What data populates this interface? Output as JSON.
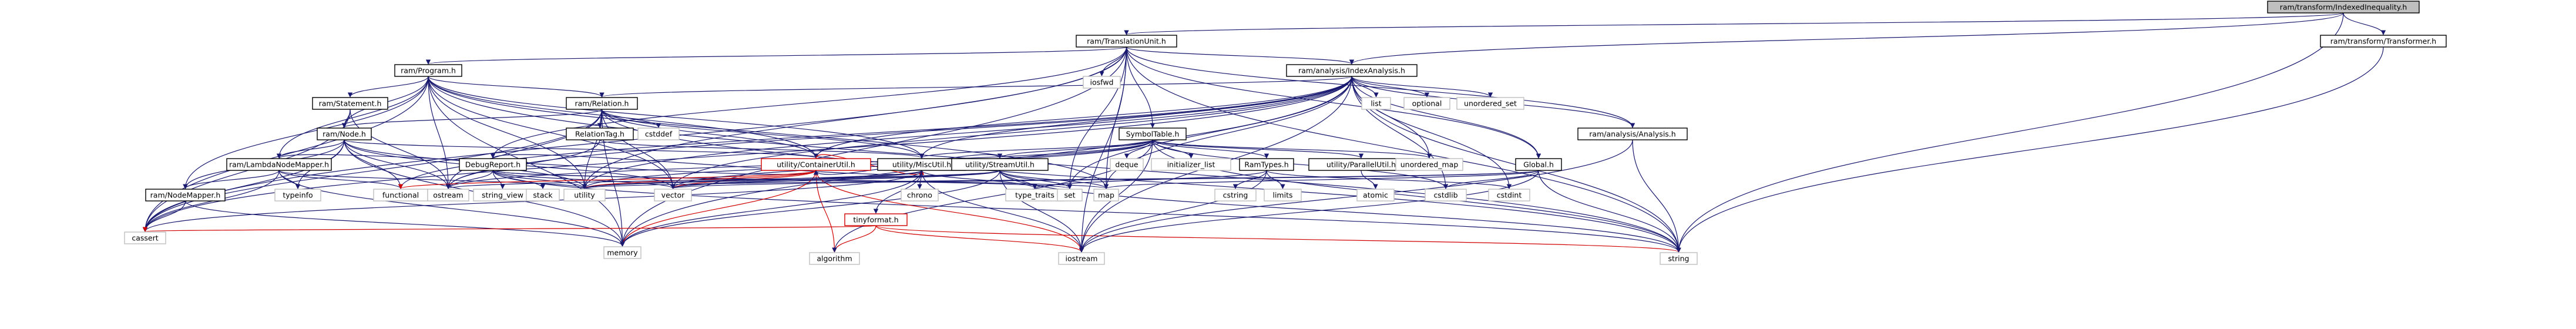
{
  "colors": {
    "edge": "#191970",
    "edge_red": "#d00000",
    "node_border": "#000000",
    "node_fill": "#ffffff",
    "root_fill": "#bfbfbf",
    "external_border": "#bfbfbf"
  },
  "nodes": [
    {
      "id": "root",
      "label": "ram/transform/IndexedInequality.h",
      "kind": "root"
    },
    {
      "id": "TU",
      "label": "ram/TranslationUnit.h",
      "kind": "header"
    },
    {
      "id": "XF",
      "label": "ram/transform/Transformer.h",
      "kind": "header"
    },
    {
      "id": "PRG",
      "label": "ram/Program.h",
      "kind": "header"
    },
    {
      "id": "IA",
      "label": "ram/analysis/IndexAnalysis.h",
      "kind": "header"
    },
    {
      "id": "iosfwd",
      "label": "iosfwd",
      "kind": "external"
    },
    {
      "id": "STMT",
      "label": "ram/Statement.h",
      "kind": "header"
    },
    {
      "id": "REL",
      "label": "ram/Relation.h",
      "kind": "header"
    },
    {
      "id": "list",
      "label": "list",
      "kind": "external"
    },
    {
      "id": "optional",
      "label": "optional",
      "kind": "external"
    },
    {
      "id": "unordered_set",
      "label": "unordered_set",
      "kind": "external"
    },
    {
      "id": "NODE",
      "label": "ram/Node.h",
      "kind": "header"
    },
    {
      "id": "RT",
      "label": "RelationTag.h",
      "kind": "header"
    },
    {
      "id": "cstddef",
      "label": "cstddef",
      "kind": "external"
    },
    {
      "id": "ST",
      "label": "SymbolTable.h",
      "kind": "header"
    },
    {
      "id": "ANA",
      "label": "ram/analysis/Analysis.h",
      "kind": "header"
    },
    {
      "id": "LNM",
      "label": "ram/LambdaNodeMapper.h",
      "kind": "header"
    },
    {
      "id": "DR",
      "label": "DebugReport.h",
      "kind": "header"
    },
    {
      "id": "CU",
      "label": "utility/ContainerUtil.h",
      "kind": "header",
      "border": "#d00000"
    },
    {
      "id": "MU",
      "label": "utility/MiscUtil.h",
      "kind": "header"
    },
    {
      "id": "SU",
      "label": "utility/StreamUtil.h",
      "kind": "header"
    },
    {
      "id": "deque",
      "label": "deque",
      "kind": "external"
    },
    {
      "id": "initializer_list",
      "label": "initializer_list",
      "kind": "external"
    },
    {
      "id": "RAM",
      "label": "RamTypes.h",
      "kind": "header"
    },
    {
      "id": "PU",
      "label": "utility/ParallelUtil.h",
      "kind": "header"
    },
    {
      "id": "unordered_map",
      "label": "unordered_map",
      "kind": "external"
    },
    {
      "id": "GLB",
      "label": "Global.h",
      "kind": "header"
    },
    {
      "id": "NM",
      "label": "ram/NodeMapper.h",
      "kind": "header"
    },
    {
      "id": "typeinfo",
      "label": "typeinfo",
      "kind": "external"
    },
    {
      "id": "functional",
      "label": "functional",
      "kind": "external"
    },
    {
      "id": "ostream",
      "label": "ostream",
      "kind": "external"
    },
    {
      "id": "string_view",
      "label": "string_view",
      "kind": "external"
    },
    {
      "id": "stack",
      "label": "stack",
      "kind": "external"
    },
    {
      "id": "utility",
      "label": "utility",
      "kind": "external"
    },
    {
      "id": "vector",
      "label": "vector",
      "kind": "external"
    },
    {
      "id": "chrono",
      "label": "chrono",
      "kind": "external"
    },
    {
      "id": "TF",
      "label": "tinyformat.h",
      "kind": "header",
      "border": "#d00000"
    },
    {
      "id": "type_traits",
      "label": "type_traits",
      "kind": "external"
    },
    {
      "id": "set",
      "label": "set",
      "kind": "external"
    },
    {
      "id": "map",
      "label": "map",
      "kind": "external"
    },
    {
      "id": "cstring",
      "label": "cstring",
      "kind": "external"
    },
    {
      "id": "limits",
      "label": "limits",
      "kind": "external"
    },
    {
      "id": "atomic",
      "label": "atomic",
      "kind": "external"
    },
    {
      "id": "cstdlib",
      "label": "cstdlib",
      "kind": "external"
    },
    {
      "id": "cstdint",
      "label": "cstdint",
      "kind": "external"
    },
    {
      "id": "cassert",
      "label": "cassert",
      "kind": "external"
    },
    {
      "id": "memory",
      "label": "memory",
      "kind": "external"
    },
    {
      "id": "algorithm",
      "label": "algorithm",
      "kind": "external"
    },
    {
      "id": "iostream",
      "label": "iostream",
      "kind": "external"
    },
    {
      "id": "string",
      "label": "string",
      "kind": "external"
    }
  ],
  "edges": [
    [
      "root",
      "TU"
    ],
    [
      "root",
      "XF"
    ],
    [
      "root",
      "IA"
    ],
    [
      "root",
      "string"
    ],
    [
      "XF",
      "string"
    ],
    [
      "TU",
      "PRG"
    ],
    [
      "TU",
      "iosfwd"
    ],
    [
      "TU",
      "ST"
    ],
    [
      "TU",
      "DR"
    ],
    [
      "TU",
      "IA"
    ],
    [
      "TU",
      "ANA"
    ],
    [
      "TU",
      "GLB"
    ],
    [
      "TU",
      "cassert"
    ],
    [
      "TU",
      "memory"
    ],
    [
      "TU",
      "map"
    ],
    [
      "TU",
      "set"
    ],
    [
      "TU",
      "string"
    ],
    [
      "TU",
      "iostream"
    ],
    [
      "TU",
      "utility"
    ],
    [
      "PRG",
      "STMT"
    ],
    [
      "PRG",
      "REL"
    ],
    [
      "PRG",
      "NODE"
    ],
    [
      "PRG",
      "LNM"
    ],
    [
      "PRG",
      "NM"
    ],
    [
      "PRG",
      "CU"
    ],
    [
      "PRG",
      "MU"
    ],
    [
      "PRG",
      "cassert"
    ],
    [
      "PRG",
      "memory"
    ],
    [
      "PRG",
      "ostream"
    ],
    [
      "PRG",
      "string"
    ],
    [
      "PRG",
      "utility"
    ],
    [
      "PRG",
      "vector"
    ],
    [
      "PRG",
      "map"
    ],
    [
      "IA",
      "REL"
    ],
    [
      "IA",
      "ANA"
    ],
    [
      "IA",
      "GLB"
    ],
    [
      "IA",
      "MU"
    ],
    [
      "IA",
      "CU"
    ],
    [
      "IA",
      "list"
    ],
    [
      "IA",
      "optional"
    ],
    [
      "IA",
      "unordered_set"
    ],
    [
      "IA",
      "unordered_map"
    ],
    [
      "IA",
      "cassert"
    ],
    [
      "IA",
      "cstdint"
    ],
    [
      "IA",
      "cstdlib"
    ],
    [
      "IA",
      "iostream"
    ],
    [
      "IA",
      "map"
    ],
    [
      "IA",
      "set"
    ],
    [
      "IA",
      "string"
    ],
    [
      "IA",
      "utility"
    ],
    [
      "IA",
      "vector"
    ],
    [
      "IA",
      "functional"
    ],
    [
      "IA",
      "ostream"
    ],
    [
      "IA",
      "memory"
    ],
    [
      "STMT",
      "NODE"
    ],
    [
      "STMT",
      "cassert"
    ],
    [
      "STMT",
      "ostream"
    ],
    [
      "REL",
      "NODE"
    ],
    [
      "REL",
      "RT"
    ],
    [
      "REL",
      "cstddef"
    ],
    [
      "REL",
      "CU"
    ],
    [
      "REL",
      "MU"
    ],
    [
      "REL",
      "cassert"
    ],
    [
      "REL",
      "memory"
    ],
    [
      "REL",
      "ostream"
    ],
    [
      "REL",
      "string"
    ],
    [
      "REL",
      "utility"
    ],
    [
      "REL",
      "vector"
    ],
    [
      "RT",
      "MU"
    ],
    [
      "RT",
      "ostream"
    ],
    [
      "NODE",
      "LNM"
    ],
    [
      "NODE",
      "NM"
    ],
    [
      "NODE",
      "CU"
    ],
    [
      "NODE",
      "cassert"
    ],
    [
      "NODE",
      "functional"
    ],
    [
      "NODE",
      "memory"
    ],
    [
      "NODE",
      "typeinfo"
    ],
    [
      "NODE",
      "utility"
    ],
    [
      "NODE",
      "vector"
    ],
    [
      "NODE",
      "ostream"
    ],
    [
      "LNM",
      "NM"
    ],
    [
      "LNM",
      "CU"
    ],
    [
      "LNM",
      "cassert"
    ],
    [
      "LNM",
      "functional"
    ],
    [
      "LNM",
      "memory"
    ],
    [
      "LNM",
      "typeinfo"
    ],
    [
      "LNM",
      "utility"
    ],
    [
      "NM",
      "cassert"
    ],
    [
      "NM",
      "memory"
    ],
    [
      "DR",
      "MU"
    ],
    [
      "DR",
      "ostream"
    ],
    [
      "DR",
      "string_view"
    ],
    [
      "DR",
      "stack"
    ],
    [
      "DR",
      "utility"
    ],
    [
      "DR",
      "vector"
    ],
    [
      "DR",
      "set"
    ],
    [
      "DR",
      "map"
    ],
    [
      "DR",
      "string"
    ],
    [
      "CU",
      "MU"
    ],
    [
      "CU",
      "functional"
    ],
    [
      "CU",
      "iostream"
    ],
    [
      "CU",
      "memory"
    ],
    [
      "CU",
      "utility"
    ],
    [
      "CU",
      "vector"
    ],
    [
      "CU",
      "algorithm"
    ],
    [
      "MU",
      "TF"
    ],
    [
      "MU",
      "cassert"
    ],
    [
      "MU",
      "chrono"
    ],
    [
      "MU",
      "memory"
    ],
    [
      "MU",
      "utility"
    ],
    [
      "MU",
      "vector"
    ],
    [
      "MU",
      "iostream"
    ],
    [
      "MU",
      "type_traits"
    ],
    [
      "SU",
      "CU"
    ],
    [
      "SU",
      "iostream"
    ],
    [
      "SU",
      "map"
    ],
    [
      "SU",
      "memory"
    ],
    [
      "SU",
      "ostream"
    ],
    [
      "SU",
      "set"
    ],
    [
      "SU",
      "string"
    ],
    [
      "SU",
      "utility"
    ],
    [
      "SU",
      "vector"
    ],
    [
      "SU",
      "type_traits"
    ],
    [
      "TF",
      "algorithm"
    ],
    [
      "TF",
      "iostream"
    ],
    [
      "TF",
      "cassert"
    ],
    [
      "TF",
      "string"
    ],
    [
      "ST",
      "MU"
    ],
    [
      "ST",
      "PU"
    ],
    [
      "ST",
      "SU"
    ],
    [
      "ST",
      "RAM"
    ],
    [
      "ST",
      "deque"
    ],
    [
      "ST",
      "initializer_list"
    ],
    [
      "ST",
      "unordered_map"
    ],
    [
      "ST",
      "cstdlib"
    ],
    [
      "ST",
      "iostream"
    ],
    [
      "ST",
      "string"
    ],
    [
      "ST",
      "utility"
    ],
    [
      "ST",
      "vector"
    ],
    [
      "ST",
      "algorithm"
    ],
    [
      "ST",
      "ostream"
    ],
    [
      "RAM",
      "cstring"
    ],
    [
      "RAM",
      "limits"
    ],
    [
      "RAM",
      "cstdint"
    ],
    [
      "RAM",
      "iostream"
    ],
    [
      "RAM",
      "type_traits"
    ],
    [
      "PU",
      "atomic"
    ],
    [
      "ANA",
      "iostream"
    ],
    [
      "ANA",
      "string"
    ],
    [
      "GLB",
      "map"
    ],
    [
      "GLB",
      "iostream"
    ],
    [
      "GLB",
      "string"
    ],
    [
      "GLB",
      "cstdlib"
    ],
    [
      "GLB",
      "utility"
    ],
    [
      "GLB",
      "vector"
    ]
  ]
}
